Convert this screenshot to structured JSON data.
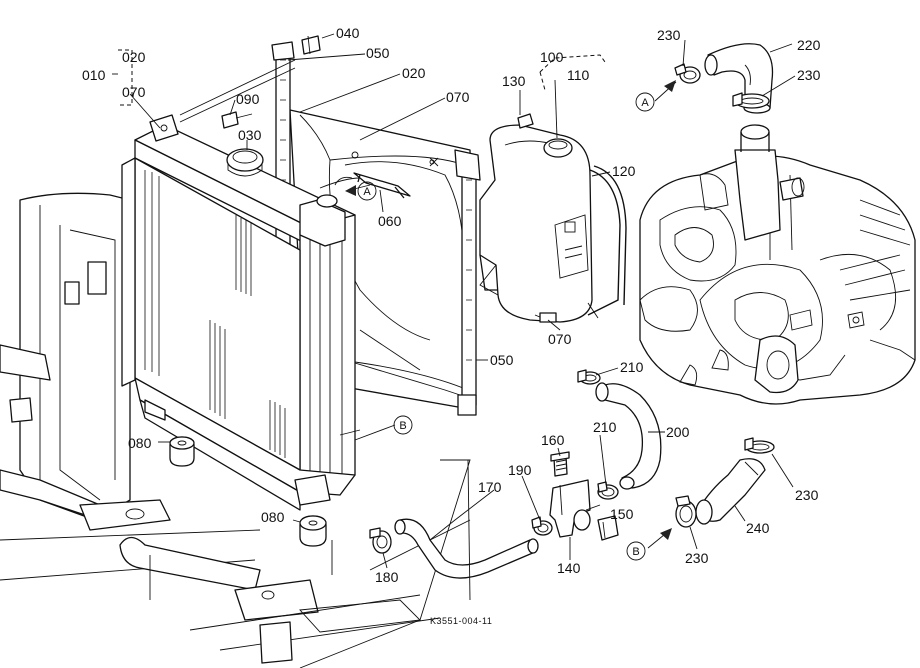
{
  "drawing_code": "K3551-004-11",
  "callouts": {
    "c010": "010",
    "c020a": "020",
    "c070a": "070",
    "c040": "040",
    "c050a": "050",
    "c020b": "020",
    "c070b": "070",
    "c090": "090",
    "c030": "030",
    "c060": "060",
    "c100": "100",
    "c130": "130",
    "c110": "110",
    "c120": "120",
    "c070c": "070",
    "c050b": "050",
    "c080a": "080",
    "c080b": "080",
    "c230a": "230",
    "c220": "220",
    "c230b": "230",
    "c210a": "210",
    "c200": "200",
    "c160": "160",
    "c210b": "210",
    "c190": "190",
    "c170": "170",
    "c150": "150",
    "c140": "140",
    "c180": "180",
    "c230c": "230",
    "c240": "240",
    "c230d": "230"
  },
  "reference_marks": {
    "a1": "A",
    "a2": "A",
    "b1": "B",
    "b2": "B"
  }
}
